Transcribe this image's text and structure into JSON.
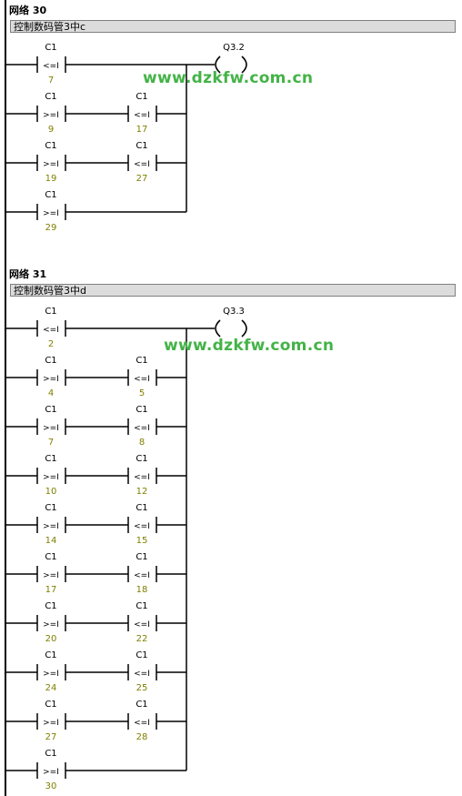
{
  "networks": [
    {
      "title": "网络 30",
      "comment": "控制数码管3中c",
      "coil": "Q3.2",
      "rungs": [
        [
          {
            "op": "<=I",
            "counter": "C1",
            "value": "7"
          }
        ],
        [
          {
            "op": ">=I",
            "counter": "C1",
            "value": "9"
          },
          {
            "op": "<=I",
            "counter": "C1",
            "value": "17"
          }
        ],
        [
          {
            "op": ">=I",
            "counter": "C1",
            "value": "19"
          },
          {
            "op": "<=I",
            "counter": "C1",
            "value": "27"
          }
        ],
        [
          {
            "op": ">=I",
            "counter": "C1",
            "value": "29"
          }
        ]
      ]
    },
    {
      "title": "网络 31",
      "comment": "控制数码管3中d",
      "coil": "Q3.3",
      "rungs": [
        [
          {
            "op": "<=I",
            "counter": "C1",
            "value": "2"
          }
        ],
        [
          {
            "op": ">=I",
            "counter": "C1",
            "value": "4"
          },
          {
            "op": "<=I",
            "counter": "C1",
            "value": "5"
          }
        ],
        [
          {
            "op": ">=I",
            "counter": "C1",
            "value": "7"
          },
          {
            "op": "<=I",
            "counter": "C1",
            "value": "8"
          }
        ],
        [
          {
            "op": ">=I",
            "counter": "C1",
            "value": "10"
          },
          {
            "op": "<=I",
            "counter": "C1",
            "value": "12"
          }
        ],
        [
          {
            "op": ">=I",
            "counter": "C1",
            "value": "14"
          },
          {
            "op": "<=I",
            "counter": "C1",
            "value": "15"
          }
        ],
        [
          {
            "op": ">=I",
            "counter": "C1",
            "value": "17"
          },
          {
            "op": "<=I",
            "counter": "C1",
            "value": "18"
          }
        ],
        [
          {
            "op": ">=I",
            "counter": "C1",
            "value": "20"
          },
          {
            "op": "<=I",
            "counter": "C1",
            "value": "22"
          }
        ],
        [
          {
            "op": ">=I",
            "counter": "C1",
            "value": "24"
          },
          {
            "op": "<=I",
            "counter": "C1",
            "value": "25"
          }
        ],
        [
          {
            "op": ">=I",
            "counter": "C1",
            "value": "27"
          },
          {
            "op": "<=I",
            "counter": "C1",
            "value": "28"
          }
        ],
        [
          {
            "op": ">=I",
            "counter": "C1",
            "value": "30"
          }
        ]
      ]
    }
  ],
  "watermark": "www.dzkfw.com.cn",
  "colors": {
    "wire": "#000000",
    "value_text": "#7f7f00",
    "comment_bg": "#dcdcdc",
    "watermark": "#44b347"
  }
}
